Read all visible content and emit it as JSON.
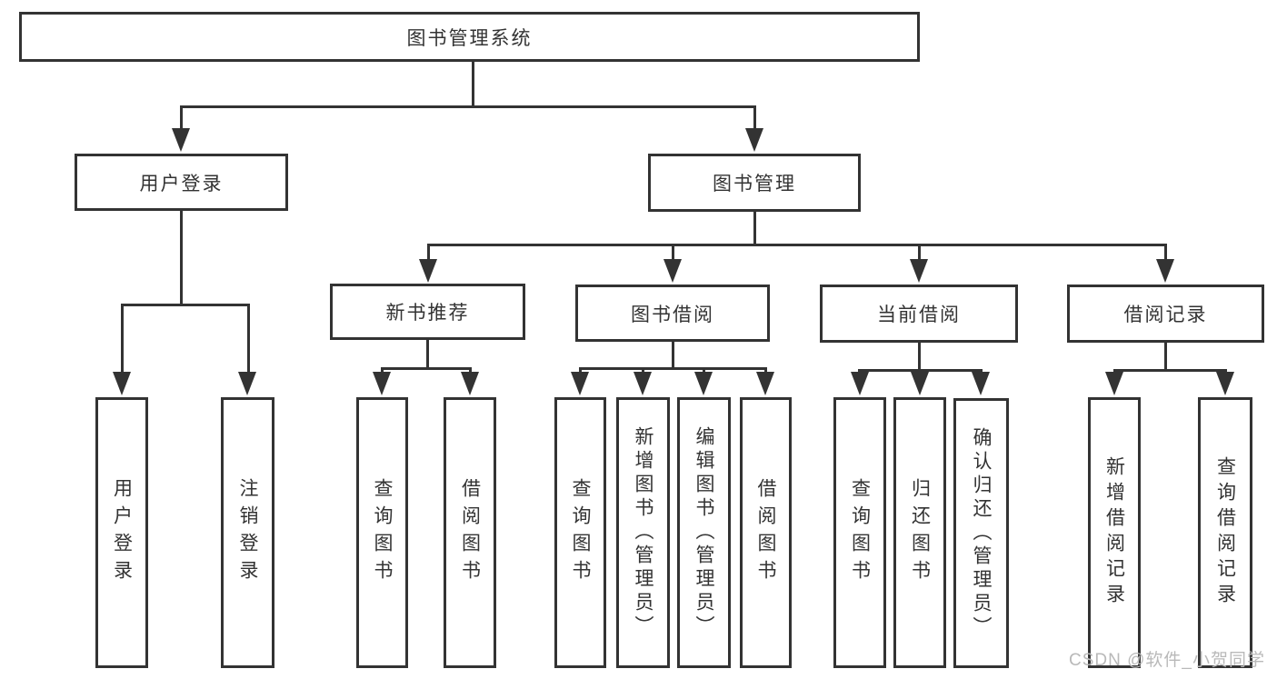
{
  "title": "图书管理系统",
  "nodes": {
    "root": "图书管理系统",
    "user_login": "用户登录",
    "book_mgmt": "图书管理",
    "new_book_rec": "新书推荐",
    "book_borrow": "图书借阅",
    "current_borrow": "当前借阅",
    "borrow_record": "借阅记录",
    "leaf_user_login": "用户登录",
    "leaf_logout": "注销登录",
    "leaf_query_book_1": "查询图书",
    "leaf_borrow_book_1": "借阅图书",
    "leaf_query_book_2": "查询图书",
    "leaf_add_book": "新增图书（管理员）",
    "leaf_edit_book": "编辑图书（管理员）",
    "leaf_borrow_book_2": "借阅图书",
    "leaf_query_book_3": "查询图书",
    "leaf_return_book": "归还图书",
    "leaf_confirm_return": "确认归还（管理员）",
    "leaf_add_record": "新增借阅记录",
    "leaf_query_record": "查询借阅记录"
  },
  "watermark": "CSDN @软件_小贺同学",
  "colors": {
    "line": "#333333",
    "text": "#333333",
    "watermark": "#b9b9b9",
    "background": "#ffffff"
  }
}
